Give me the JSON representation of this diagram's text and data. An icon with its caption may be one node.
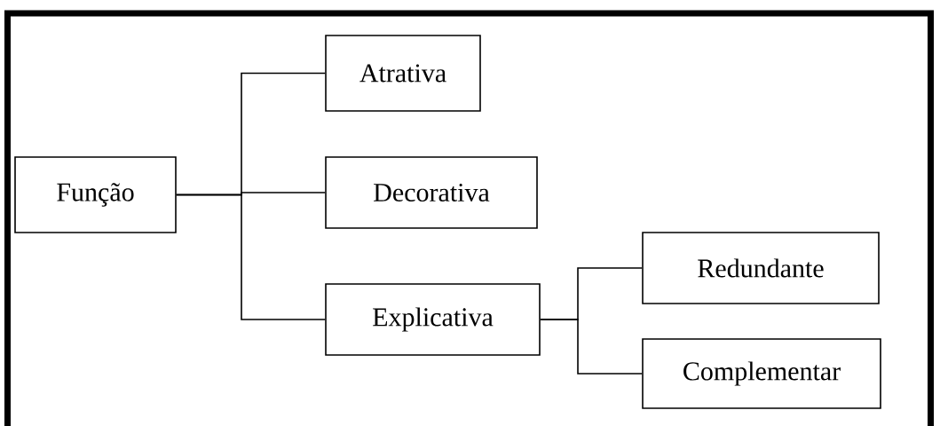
{
  "diagram": {
    "nodes": [
      {
        "text": [
          "Função"
        ]
      },
      {
        "text": [
          "Atrativa"
        ]
      },
      {
        "text": [
          "Decorativa"
        ]
      },
      {
        "text": [
          "Explicativa"
        ]
      },
      {
        "text": [
          "Redundante"
        ]
      },
      {
        "text": [
          "Complementar"
        ]
      }
    ],
    "edges": [
      {
        "from": 0,
        "to": 1,
        "arrow": "none"
      },
      {
        "from": 0,
        "to": 2,
        "arrow": "none"
      },
      {
        "from": 0,
        "to": 3,
        "arrow": "none"
      },
      {
        "from": 3,
        "to": 4,
        "arrow": "none"
      },
      {
        "from": 3,
        "to": 5,
        "arrow": "none"
      }
    ]
  }
}
